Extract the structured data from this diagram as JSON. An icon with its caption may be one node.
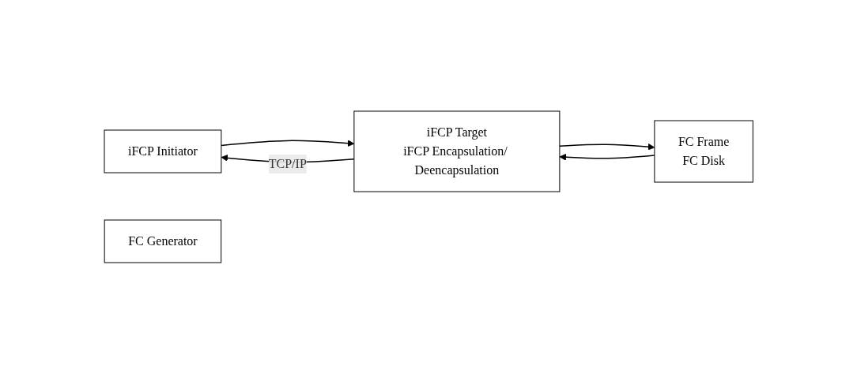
{
  "diagram": {
    "nodes": [
      {
        "text": [
          "iFCP Initiator"
        ]
      },
      {
        "text": [
          "iFCP Target",
          "iFCP Encapsulation/ Deencapsulation"
        ]
      },
      {
        "text": [
          "FC Generator"
        ]
      },
      {
        "text": [
          "FC Frame",
          "FC Disk"
        ]
      }
    ],
    "edges": [
      {
        "from": 1,
        "to": 0,
        "arrow": "to",
        "label": "TCP/IP"
      },
      {
        "from": 0,
        "to": 1,
        "arrow": "to"
      },
      {
        "from": 3,
        "to": 1,
        "arrow": "to"
      },
      {
        "from": 1,
        "to": 3,
        "arrow": "to"
      }
    ]
  }
}
